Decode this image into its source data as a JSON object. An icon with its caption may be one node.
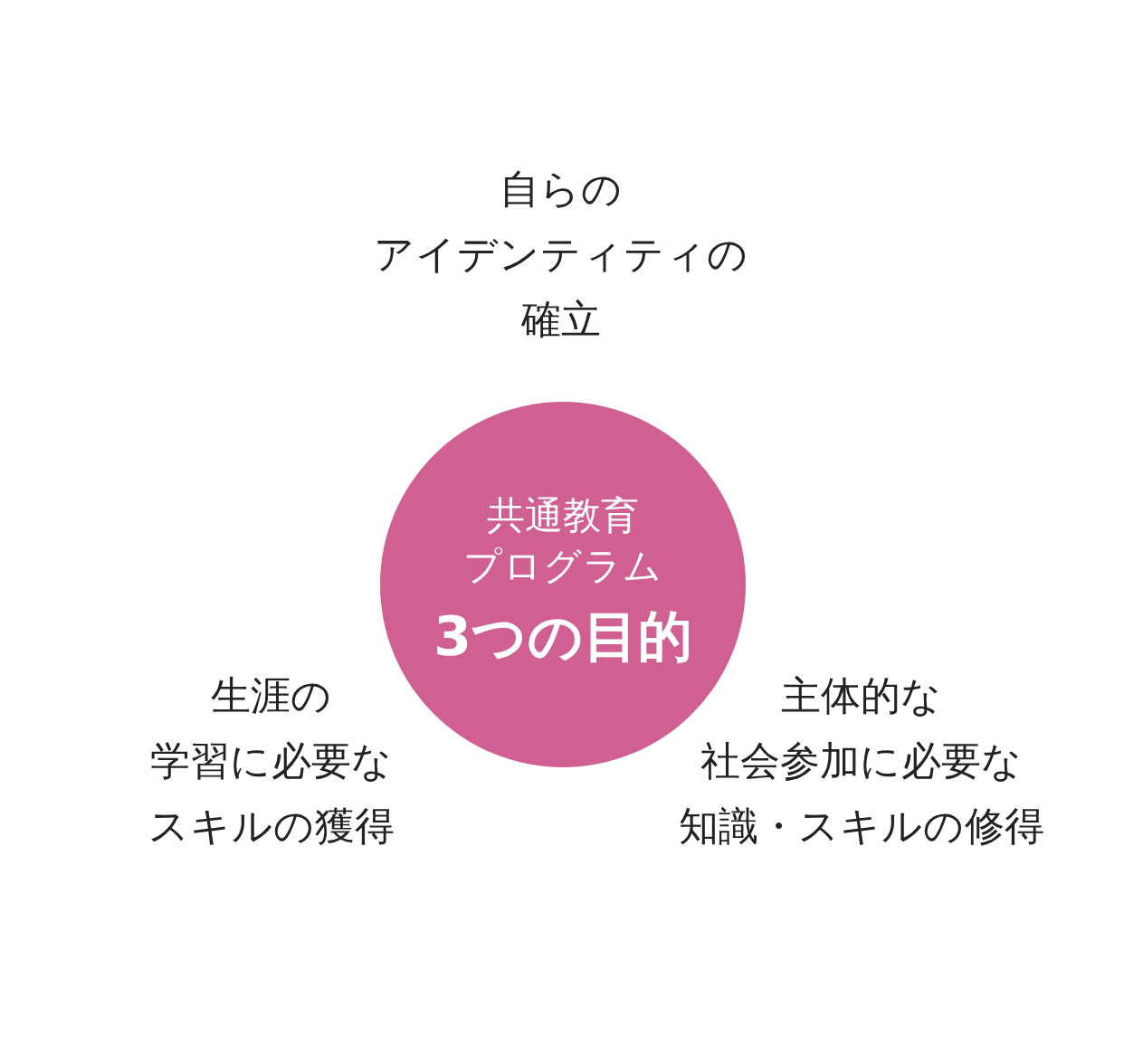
{
  "diagram": {
    "nodes": [
      {
        "text": [
          "共通教育プログラム",
          "3つの目的"
        ]
      }
    ],
    "labels": [
      "自らのアイデンティティの確立",
      "生涯の学習に必要なスキルの獲得",
      "主体的な社会参加に必要な知識・スキルの修得"
    ]
  }
}
